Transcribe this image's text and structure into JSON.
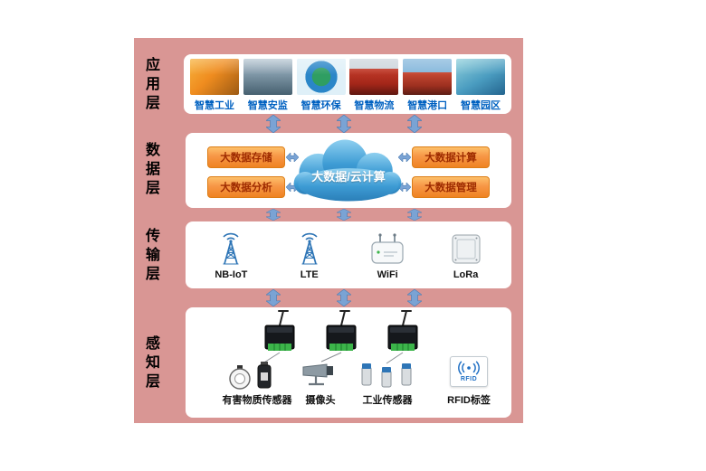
{
  "layers": [
    {
      "label": "应用层"
    },
    {
      "label": "数据层"
    },
    {
      "label": "传输层"
    },
    {
      "label": "感知层"
    }
  ],
  "application_layer": {
    "items": [
      {
        "label": "智慧工业",
        "image": "robotic-arm-photo"
      },
      {
        "label": "智慧安监",
        "image": "industrial-plant-photo"
      },
      {
        "label": "智慧环保",
        "image": "green-globe-photo"
      },
      {
        "label": "智慧物流",
        "image": "red-truck-photo"
      },
      {
        "label": "智慧港口",
        "image": "harbor-cranes-photo"
      },
      {
        "label": "智慧园区",
        "image": "aerial-campus-photo"
      }
    ]
  },
  "data_layer": {
    "cloud_label": "大数据/云计算",
    "cloud_icon": "cloud",
    "left_boxes": [
      {
        "label": "大数据存储"
      },
      {
        "label": "大数据分析"
      }
    ],
    "right_boxes": [
      {
        "label": "大数据计算"
      },
      {
        "label": "大数据管理"
      }
    ]
  },
  "transmission_layer": {
    "items": [
      {
        "label": "NB-IoT",
        "icon": "cell-tower"
      },
      {
        "label": "LTE",
        "icon": "cell-tower"
      },
      {
        "label": "WiFi",
        "icon": "wifi-gateway-box"
      },
      {
        "label": "LoRa",
        "icon": "lora-gateway-panel"
      }
    ]
  },
  "perception_layer": {
    "items": [
      {
        "label": "有害物质传感器",
        "icon": "gas-detector-devices"
      },
      {
        "label": "摄像头",
        "icon": "cctv-camera"
      },
      {
        "label": "工业传感器",
        "icon": "industrial-sensors"
      },
      {
        "label": "RFID标签",
        "icon": "rfid-tag-card"
      }
    ],
    "rfid_text": "RFID",
    "gateway_icon": "dtu-converter-with-antenna"
  },
  "colors": {
    "frame_pink": "#d99694",
    "panel_white": "#ffffff",
    "box_orange": "#f79646",
    "cloud_blue": "#3d9bd4",
    "app_label_blue": "#0061c1",
    "arrow_blue": "#7aa3d4"
  }
}
